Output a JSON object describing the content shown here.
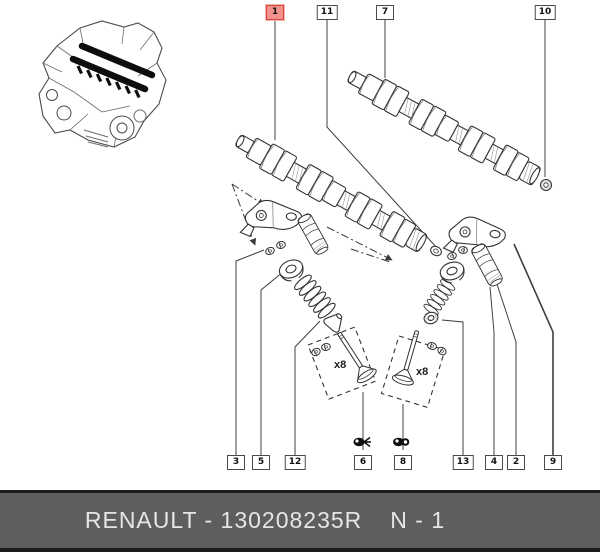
{
  "diagram": {
    "part_callouts": {
      "top": [
        {
          "id": "1",
          "highlighted": true
        },
        {
          "id": "11",
          "highlighted": false
        },
        {
          "id": "7",
          "highlighted": false
        },
        {
          "id": "10",
          "highlighted": false
        }
      ],
      "bottom": [
        {
          "id": "3"
        },
        {
          "id": "5"
        },
        {
          "id": "12"
        },
        {
          "id": "6"
        },
        {
          "id": "8"
        },
        {
          "id": "13"
        },
        {
          "id": "4"
        },
        {
          "id": "2"
        },
        {
          "id": "9"
        }
      ]
    },
    "quantity_labels": {
      "left": "x8",
      "right": "x8"
    },
    "icons": {
      "item6": "grease-applicator-icon",
      "item8": "grease-ring-icon"
    }
  },
  "footer": {
    "title": "RENAULT - 130208235R",
    "page": "N - 1",
    "background": "#5e5e5e",
    "text_color": "#e6e6e6"
  },
  "colors": {
    "highlight_fill": "#f2928c",
    "highlight_border": "#d9463c",
    "line": "#3f3f3f"
  }
}
